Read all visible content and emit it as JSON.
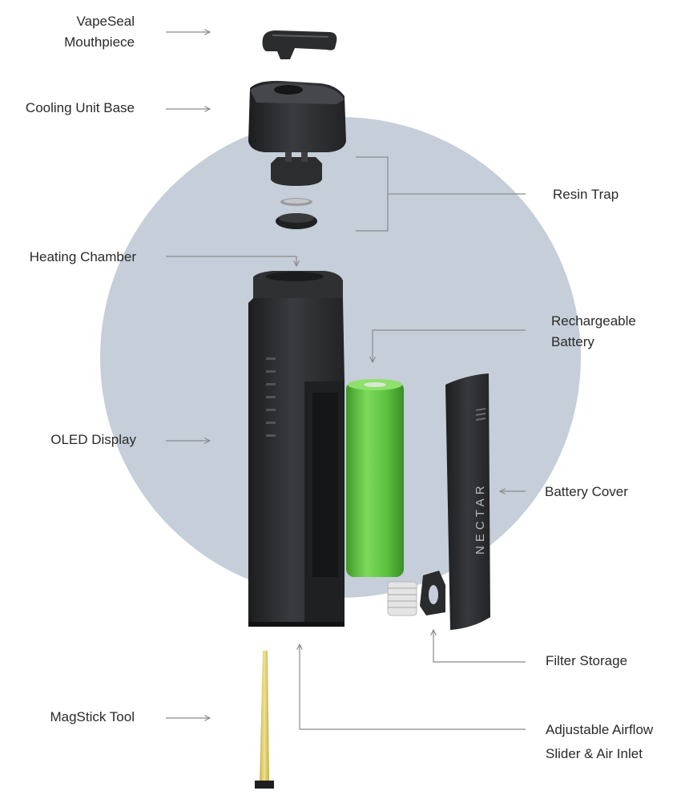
{
  "colors": {
    "backdrop_circle": "#c5ced9",
    "device_body": "#2a2b2d",
    "battery": "#5fc23f",
    "tool": "#e8d57a",
    "leader_line": "#8a8a8a",
    "label_text": "#2a2a2a"
  },
  "labels": {
    "vapeseal_line1": "VapeSeal",
    "vapeseal_line2": "Mouthpiece",
    "cooling_unit": "Cooling Unit Base",
    "resin_trap": "Resin Trap",
    "heating_chamber": "Heating Chamber",
    "battery_line1": "Rechargeable",
    "battery_line2": "Battery",
    "oled": "OLED Display",
    "battery_cover": "Battery Cover",
    "filter_storage": "Filter Storage",
    "magstick": "MagStick Tool",
    "airflow_line1": "Adjustable Airflow",
    "airflow_line2": "Slider & Air Inlet"
  },
  "brand": {
    "cover_text": "NECTAR"
  }
}
